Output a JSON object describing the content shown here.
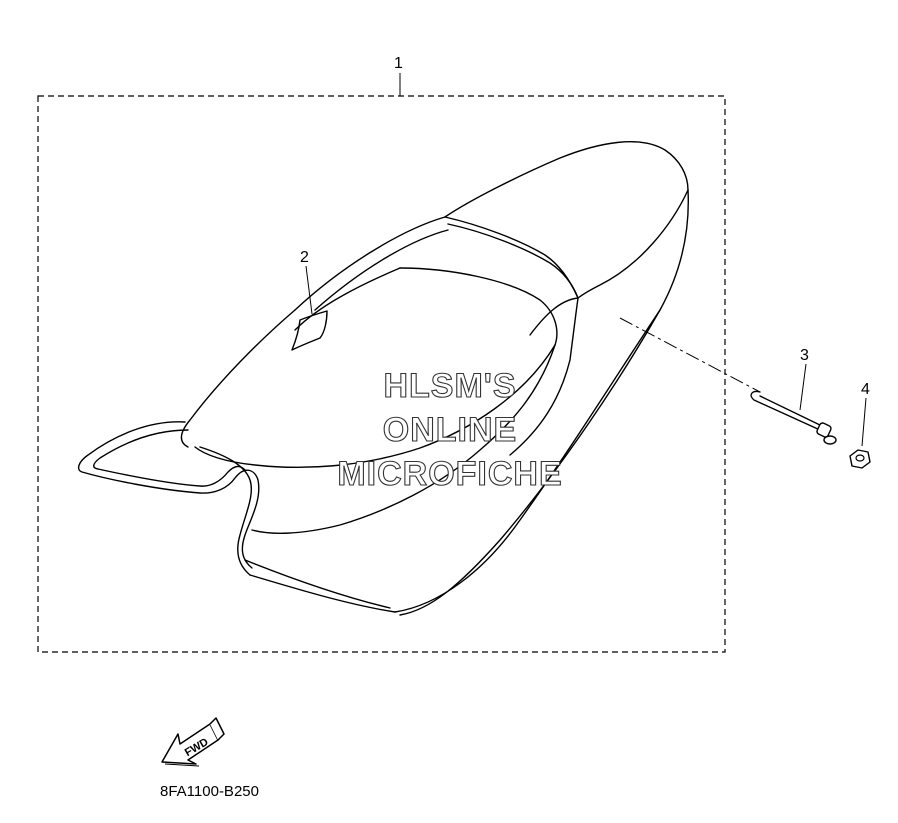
{
  "callouts": [
    {
      "number": "1",
      "part": "seat-assembly"
    },
    {
      "number": "2",
      "part": "seat-label"
    },
    {
      "number": "3",
      "part": "seat-hook-bolt"
    },
    {
      "number": "4",
      "part": "nut"
    }
  ],
  "watermark": {
    "line1": "HLSM'S",
    "line2": "ONLINE",
    "line3": "MICROFICHE"
  },
  "forward_indicator": {
    "label": "FWD",
    "icon": "forward-arrow-icon"
  },
  "diagram_code": "8FA1100-B250",
  "colors": {
    "line": "#000000",
    "background": "#ffffff",
    "watermark_outline": "#333333"
  }
}
